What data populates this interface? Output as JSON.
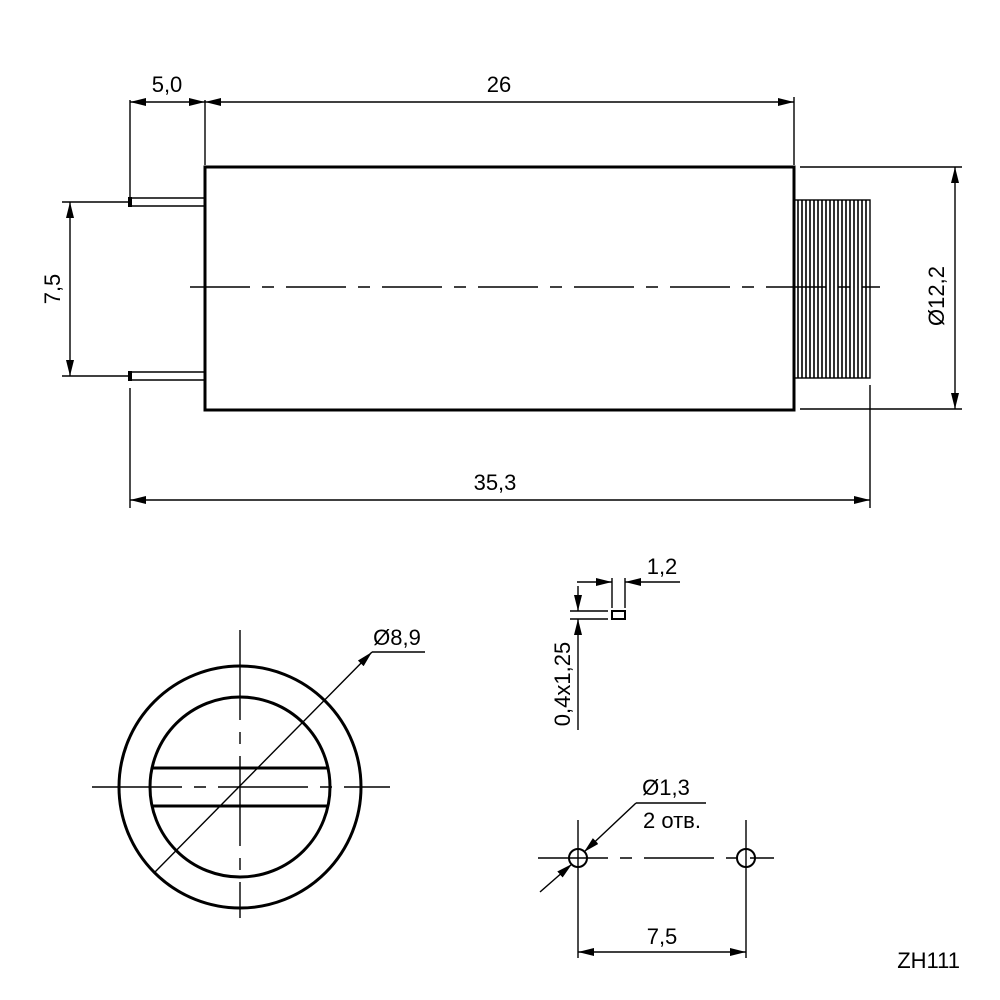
{
  "dimensions": {
    "pin_length": "5,0",
    "body_length": "26",
    "pin_spacing": "7,5",
    "body_diameter": "Ø12,2",
    "overall_length": "35,3",
    "end_diameter": "Ø8,9",
    "pin_width": "1,2",
    "pin_section": "0,4x1,25",
    "hole_diameter": "Ø1,3",
    "hole_count": "2 отв.",
    "hole_spacing": "7,5"
  },
  "part_number": "ZH111",
  "colors": {
    "line": "#000000",
    "background": "#ffffff"
  }
}
